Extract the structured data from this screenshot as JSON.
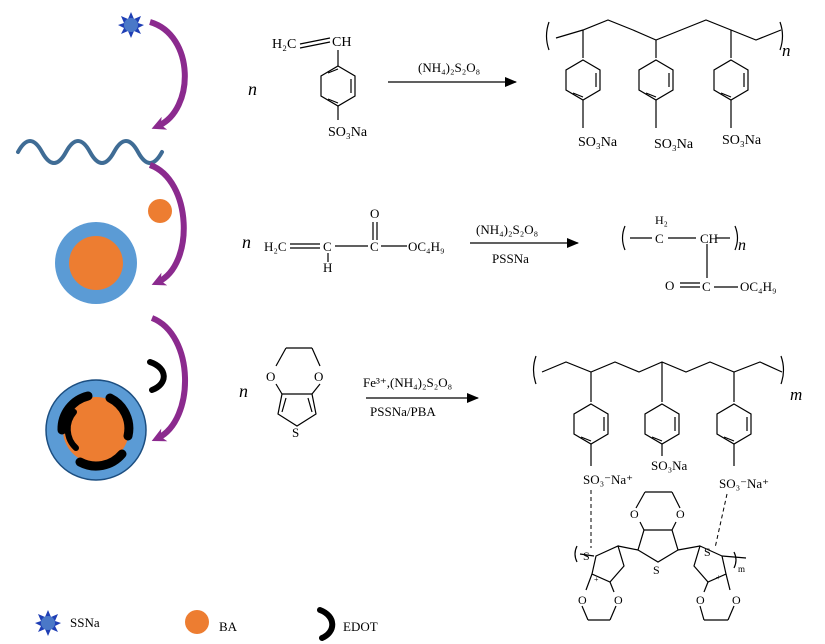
{
  "colors": {
    "purple_arrow": "#8B2A8E",
    "wave": "#3F6C95",
    "shell_blue": "#5B9BD5",
    "core_orange": "#ED7D31",
    "edot_black": "#000000"
  },
  "rows": [
    {
      "multiplier": "n",
      "monomer_vinyl": "H₂C",
      "monomer_ch": "CH",
      "monomer_sub": "SO₃Na",
      "reagent_top": "(NH₄)₂S₂O₈",
      "reagent_bottom": "",
      "polymer_sub_1": "SO₃Na",
      "polymer_sub_2": "SO₃Na",
      "polymer_sub_3": "SO₃Na",
      "polymer_index": "n"
    },
    {
      "multiplier": "n",
      "monomer_h2c": "H₂C",
      "monomer_h": "H",
      "monomer_c": "C",
      "monomer_o": "O",
      "monomer_oc4h9": "OC₄H₉",
      "reagent_top": "(NH₄)₂S₂O₈",
      "reagent_bottom": "PSSNa",
      "polymer_h2": "H₂",
      "polymer_c1": "C",
      "polymer_ch": "CH",
      "polymer_index": "n",
      "polymer_o": "O",
      "polymer_c2": "C",
      "polymer_oc4h9": "OC₄H₉"
    },
    {
      "multiplier": "n",
      "monomer_o1": "O",
      "monomer_o2": "O",
      "monomer_s": "S",
      "reagent_top": "Fe³⁺,(NH₄)₂S₂O₈",
      "reagent_bottom": "PSSNa/PBA",
      "polymer_sub_1": "SO₃⁻Na⁺",
      "polymer_sub_2": "SO₃Na",
      "polymer_sub_3": "SO₃⁻Na⁺",
      "polymer_index": "m",
      "pedot_s_left": "S",
      "pedot_s_mid": "S",
      "pedot_s_right": "S",
      "pedot_o": "O",
      "pedot_index": "m",
      "pedot_plus": "+"
    }
  ],
  "legend": [
    {
      "label": "SSNa"
    },
    {
      "label": "BA"
    },
    {
      "label": "EDOT"
    }
  ]
}
